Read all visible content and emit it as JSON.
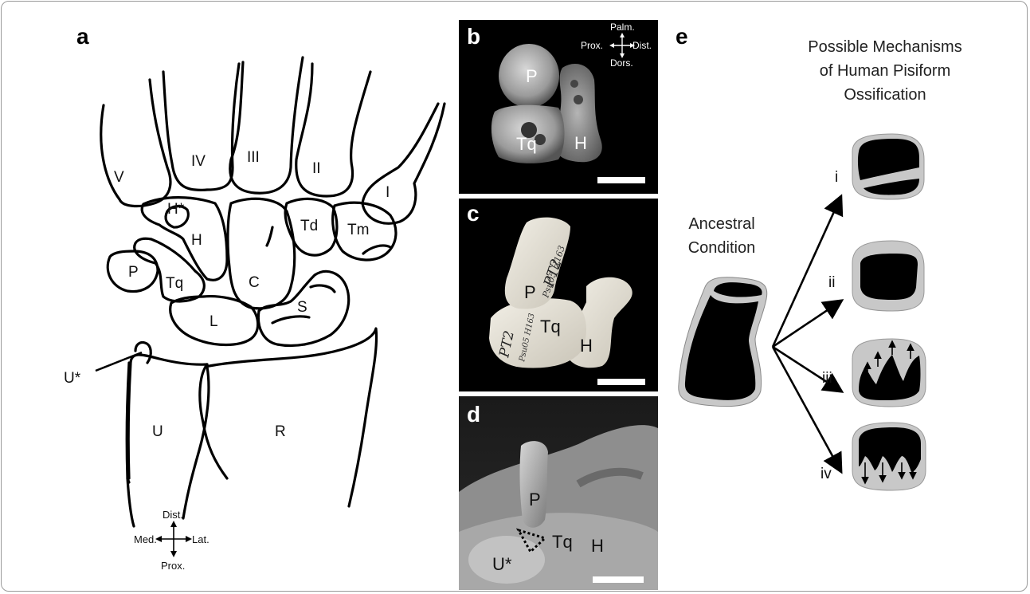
{
  "panels": {
    "a": {
      "label": "a",
      "bones": {
        "V": "V",
        "IV": "IV",
        "III": "III",
        "II": "II",
        "I": "I",
        "H_star": "H*",
        "H": "H",
        "Td": "Td",
        "Tm": "Tm",
        "P": "P",
        "Tq": "Tq",
        "C": "C",
        "L": "L",
        "S": "S",
        "U_star": "U*",
        "U": "U",
        "R": "R"
      },
      "compass": {
        "up": "Dist.",
        "down": "Prox.",
        "left": "Med.",
        "right": "Lat."
      }
    },
    "b": {
      "label": "b",
      "bones": {
        "P": "P",
        "Tq": "Tq",
        "H": "H"
      },
      "compass": {
        "up": "Palm.",
        "down": "Dors.",
        "left": "Prox.",
        "right": "Dist."
      }
    },
    "c": {
      "label": "c",
      "bones": {
        "P": "P",
        "Tq": "Tq",
        "H": "H"
      },
      "specimen": {
        "pt2": "PT2",
        "id": "Psu05 H163"
      }
    },
    "d": {
      "label": "d",
      "bones": {
        "P": "P",
        "Tq": "Tq",
        "H": "H",
        "U_star": "U*"
      }
    },
    "e": {
      "label": "e",
      "title_line1": "Possible Mechanisms",
      "title_line2": "of Human Pisiform",
      "title_line3": "Ossification",
      "ancestral_line1": "Ancestral",
      "ancestral_line2": "Condition",
      "mechanisms": [
        "i",
        "ii",
        "iii",
        "iv"
      ]
    }
  }
}
